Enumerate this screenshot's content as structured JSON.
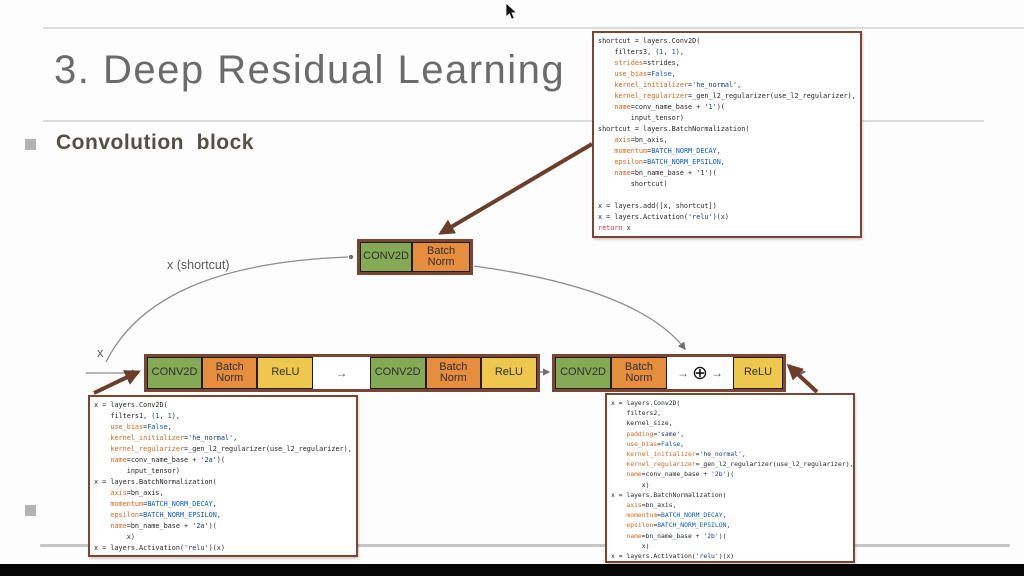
{
  "slide": {
    "title": "3. Deep Residual Learning",
    "section": "Convolution  block"
  },
  "colors": {
    "conv_green": "#84aa56",
    "bn_orange": "#e78e3e",
    "relu_yellow": "#edc84d",
    "border_brown": "#7a4632",
    "arrow_brown": "#6b3e2c"
  },
  "diagram": {
    "input_label": "x",
    "shortcut_label": "x (shortcut)",
    "flow_arrow": "→",
    "add_symbol": "⊕",
    "shortcut_row": {
      "cells": [
        "CONV2D",
        "Batch Norm"
      ]
    },
    "main_row_1": {
      "cells": [
        "CONV2D",
        "Batch Norm",
        "ReLU",
        "CONV2D",
        "Batch Norm",
        "ReLU"
      ]
    },
    "main_row_2": {
      "cells": [
        "CONV2D",
        "Batch Norm",
        "ReLU"
      ]
    }
  },
  "code_boxes": {
    "shortcut_branch": {
      "lines": [
        [
          [
            "p",
            "shortcut = layers.Conv2D("
          ]
        ],
        [
          [
            "p",
            "    filters3, ("
          ],
          [
            "b",
            "1"
          ],
          [
            "p",
            ", "
          ],
          [
            "b",
            "1"
          ],
          [
            "p",
            "),"
          ]
        ],
        [
          [
            "p",
            "    "
          ],
          [
            "o",
            "strides"
          ],
          [
            "p",
            "=strides,"
          ]
        ],
        [
          [
            "p",
            "    "
          ],
          [
            "o",
            "use_bias"
          ],
          [
            "p",
            "="
          ],
          [
            "b",
            "False"
          ],
          [
            "p",
            ","
          ]
        ],
        [
          [
            "p",
            "    "
          ],
          [
            "o",
            "kernel_initializer"
          ],
          [
            "p",
            "="
          ],
          [
            "s",
            "'he_normal'"
          ],
          [
            "p",
            ","
          ]
        ],
        [
          [
            "p",
            "    "
          ],
          [
            "o",
            "kernel_regularizer"
          ],
          [
            "p",
            "=_gen_l2_regularizer(use_l2_regularizer),"
          ]
        ],
        [
          [
            "p",
            "    "
          ],
          [
            "o",
            "name"
          ],
          [
            "p",
            "=conv_name_base + "
          ],
          [
            "s",
            "'1'"
          ],
          [
            "p",
            ")("
          ]
        ],
        [
          [
            "p",
            "        input_tensor)"
          ]
        ],
        [
          [
            "p",
            "shortcut = layers.BatchNormalization("
          ]
        ],
        [
          [
            "p",
            "    "
          ],
          [
            "o",
            "axis"
          ],
          [
            "p",
            "=bn_axis,"
          ]
        ],
        [
          [
            "p",
            "    "
          ],
          [
            "o",
            "momentum"
          ],
          [
            "p",
            "="
          ],
          [
            "b",
            "BATCH_NORM_DECAY"
          ],
          [
            "p",
            ","
          ]
        ],
        [
          [
            "p",
            "    "
          ],
          [
            "o",
            "epsilon"
          ],
          [
            "p",
            "="
          ],
          [
            "b",
            "BATCH_NORM_EPSILON"
          ],
          [
            "p",
            ","
          ]
        ],
        [
          [
            "p",
            "    "
          ],
          [
            "o",
            "name"
          ],
          [
            "p",
            "=bn_name_base + "
          ],
          [
            "s",
            "'1'"
          ],
          [
            "p",
            ")("
          ]
        ],
        [
          [
            "p",
            "        shortcut)"
          ]
        ],
        [],
        [
          [
            "p",
            "x = layers.add([x, shortcut])"
          ]
        ],
        [
          [
            "p",
            "x = layers.Activation("
          ],
          [
            "s",
            "'relu'"
          ],
          [
            "p",
            ")(x)"
          ]
        ],
        [
          [
            "k",
            "return"
          ],
          [
            "p",
            " x"
          ]
        ]
      ]
    },
    "conv_2a": {
      "lines": [
        [
          [
            "p",
            "x = layers.Conv2D("
          ]
        ],
        [
          [
            "p",
            "    filters1, ("
          ],
          [
            "b",
            "1"
          ],
          [
            "p",
            ", "
          ],
          [
            "b",
            "1"
          ],
          [
            "p",
            "),"
          ]
        ],
        [
          [
            "p",
            "    "
          ],
          [
            "o",
            "use_bias"
          ],
          [
            "p",
            "="
          ],
          [
            "b",
            "False"
          ],
          [
            "p",
            ","
          ]
        ],
        [
          [
            "p",
            "    "
          ],
          [
            "o",
            "kernel_initializer"
          ],
          [
            "p",
            "="
          ],
          [
            "s",
            "'he_normal'"
          ],
          [
            "p",
            ","
          ]
        ],
        [
          [
            "p",
            "    "
          ],
          [
            "o",
            "kernel_regularizer"
          ],
          [
            "p",
            "=_gen_l2_regularizer(use_l2_regularizer),"
          ]
        ],
        [
          [
            "p",
            "    "
          ],
          [
            "o",
            "name"
          ],
          [
            "p",
            "=conv_name_base + "
          ],
          [
            "s",
            "'2a'"
          ],
          [
            "p",
            ")("
          ]
        ],
        [
          [
            "p",
            "        input_tensor)"
          ]
        ],
        [
          [
            "p",
            "x = layers.BatchNormalization("
          ]
        ],
        [
          [
            "p",
            "    "
          ],
          [
            "o",
            "axis"
          ],
          [
            "p",
            "=bn_axis,"
          ]
        ],
        [
          [
            "p",
            "    "
          ],
          [
            "o",
            "momentum"
          ],
          [
            "p",
            "="
          ],
          [
            "b",
            "BATCH_NORM_DECAY"
          ],
          [
            "p",
            ","
          ]
        ],
        [
          [
            "p",
            "    "
          ],
          [
            "o",
            "epsilon"
          ],
          [
            "p",
            "="
          ],
          [
            "b",
            "BATCH_NORM_EPSILON"
          ],
          [
            "p",
            ","
          ]
        ],
        [
          [
            "p",
            "    "
          ],
          [
            "o",
            "name"
          ],
          [
            "p",
            "=bn_name_base + "
          ],
          [
            "s",
            "'2a'"
          ],
          [
            "p",
            ")("
          ]
        ],
        [
          [
            "p",
            "        x)"
          ]
        ],
        [
          [
            "p",
            "x = layers.Activation("
          ],
          [
            "s",
            "'relu'"
          ],
          [
            "p",
            ")(x)"
          ]
        ]
      ]
    },
    "conv_2b": {
      "lines": [
        [
          [
            "p",
            "x = layers.Conv2D("
          ]
        ],
        [
          [
            "p",
            "    filters2,"
          ]
        ],
        [
          [
            "p",
            "    kernel_size,"
          ]
        ],
        [
          [
            "p",
            "    "
          ],
          [
            "o",
            "padding"
          ],
          [
            "p",
            "="
          ],
          [
            "s",
            "'same'"
          ],
          [
            "p",
            ","
          ]
        ],
        [
          [
            "p",
            "    "
          ],
          [
            "o",
            "use_bias"
          ],
          [
            "p",
            "="
          ],
          [
            "b",
            "False"
          ],
          [
            "p",
            ","
          ]
        ],
        [
          [
            "p",
            "    "
          ],
          [
            "o",
            "kernel_initializer"
          ],
          [
            "p",
            "="
          ],
          [
            "s",
            "'he_normal'"
          ],
          [
            "p",
            ","
          ]
        ],
        [
          [
            "p",
            "    "
          ],
          [
            "o",
            "kernel_regularizer"
          ],
          [
            "p",
            "=_gen_l2_regularizer(use_l2_regularizer),"
          ]
        ],
        [
          [
            "p",
            "    "
          ],
          [
            "o",
            "name"
          ],
          [
            "p",
            "=conv_name_base + "
          ],
          [
            "s",
            "'2b'"
          ],
          [
            "p",
            ")("
          ]
        ],
        [
          [
            "p",
            "        x)"
          ]
        ],
        [
          [
            "p",
            "x = layers.BatchNormalization("
          ]
        ],
        [
          [
            "p",
            "    "
          ],
          [
            "o",
            "axis"
          ],
          [
            "p",
            "=bn_axis,"
          ]
        ],
        [
          [
            "p",
            "    "
          ],
          [
            "o",
            "momentum"
          ],
          [
            "p",
            "="
          ],
          [
            "b",
            "BATCH_NORM_DECAY"
          ],
          [
            "p",
            ","
          ]
        ],
        [
          [
            "p",
            "    "
          ],
          [
            "o",
            "epsilon"
          ],
          [
            "p",
            "="
          ],
          [
            "b",
            "BATCH_NORM_EPSILON"
          ],
          [
            "p",
            ","
          ]
        ],
        [
          [
            "p",
            "    "
          ],
          [
            "o",
            "name"
          ],
          [
            "p",
            "=bn_name_base + "
          ],
          [
            "s",
            "'2b'"
          ],
          [
            "p",
            ")("
          ]
        ],
        [
          [
            "p",
            "        x)"
          ]
        ],
        [
          [
            "p",
            "x = layers.Activation("
          ],
          [
            "s",
            "'relu'"
          ],
          [
            "p",
            ")(x)"
          ]
        ]
      ]
    }
  }
}
